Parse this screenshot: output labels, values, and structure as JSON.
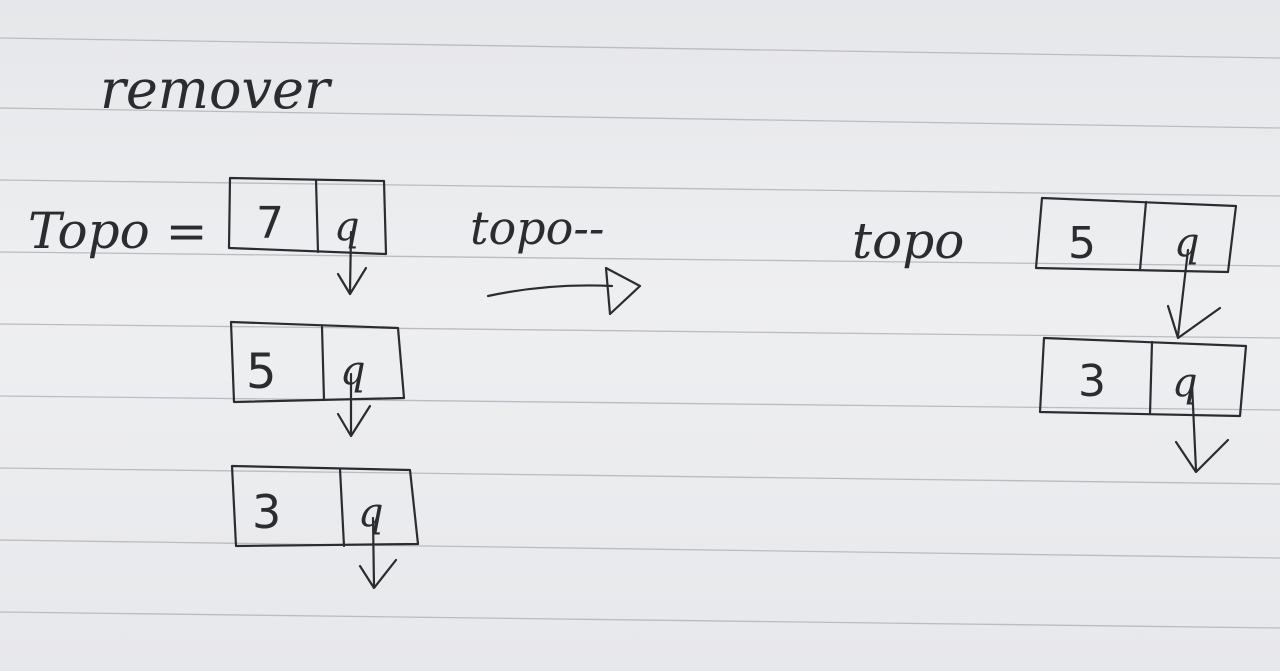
{
  "title": "remover",
  "left": {
    "label": "Topo =",
    "nodes": [
      {
        "value": "7",
        "pointer": "q"
      },
      {
        "value": "5",
        "pointer": "q"
      },
      {
        "value": "3",
        "pointer": "q"
      }
    ]
  },
  "middle": {
    "operation": "topo--"
  },
  "right": {
    "label": "topo",
    "nodes": [
      {
        "value": "5",
        "pointer": "q"
      },
      {
        "value": "3",
        "pointer": "q"
      }
    ]
  },
  "colors": {
    "ink": "#2b2c30",
    "paper": "#eceef0",
    "rule_line": "#b9bcc3"
  }
}
